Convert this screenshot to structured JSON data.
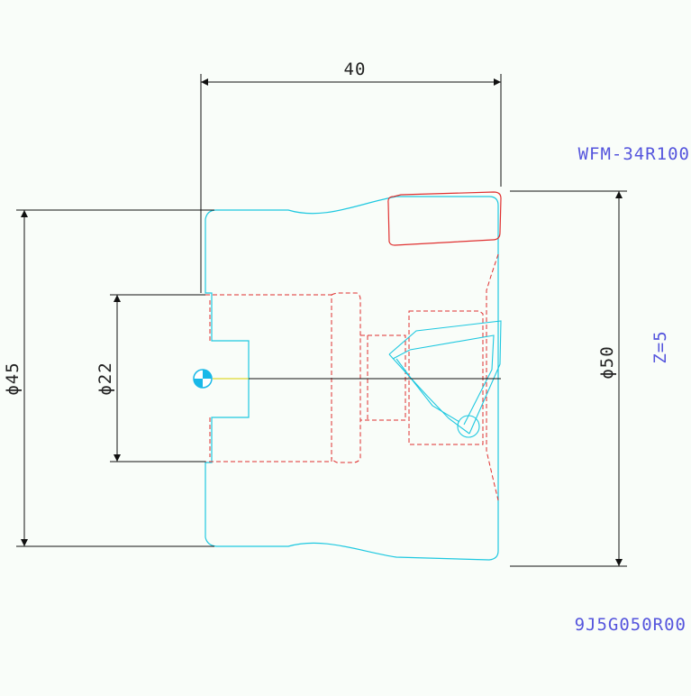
{
  "drawing": {
    "dimensions": {
      "length": "40",
      "shank_dia": "ϕ45",
      "bore_dia": "ϕ22",
      "cutter_dia": "ϕ50"
    },
    "labels": {
      "model": "WFM-34R100",
      "teeth": "Z=5",
      "code": "9J5G050R00"
    }
  },
  "colors": {
    "background": "#f9fdf9",
    "outline": "#1ec8e0",
    "hidden": "#e03030",
    "dimension": "#111111",
    "text": "#222222",
    "label": "#5555dd",
    "center_mark": "#18b8e8"
  }
}
